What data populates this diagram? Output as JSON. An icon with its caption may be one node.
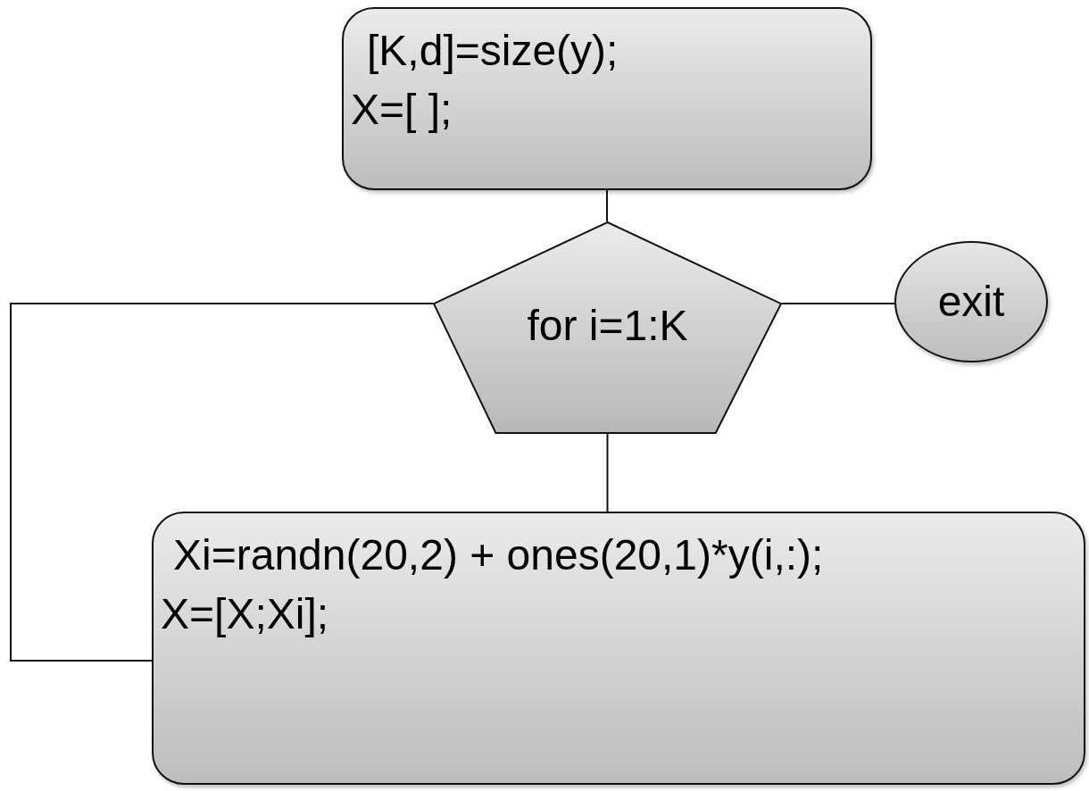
{
  "diagram": {
    "nodes": [
      {
        "text": [
          "[K,d]=size(y);",
          "X=[ ];"
        ]
      },
      {
        "text": [
          "for i=1:K"
        ]
      },
      {
        "text": [
          "exit"
        ]
      },
      {
        "text": [
          "Xi=randn(20,2) + ones(20,1)*y(i,:);",
          "X=[X;Xi];"
        ]
      }
    ],
    "edges": [
      {
        "from": 0,
        "to": 1,
        "arrow": "none"
      },
      {
        "from": 1,
        "to": 2,
        "arrow": "none"
      },
      {
        "from": 1,
        "to": 3,
        "arrow": "none"
      },
      {
        "from": 1,
        "to": 3,
        "arrow": "none"
      }
    ]
  }
}
